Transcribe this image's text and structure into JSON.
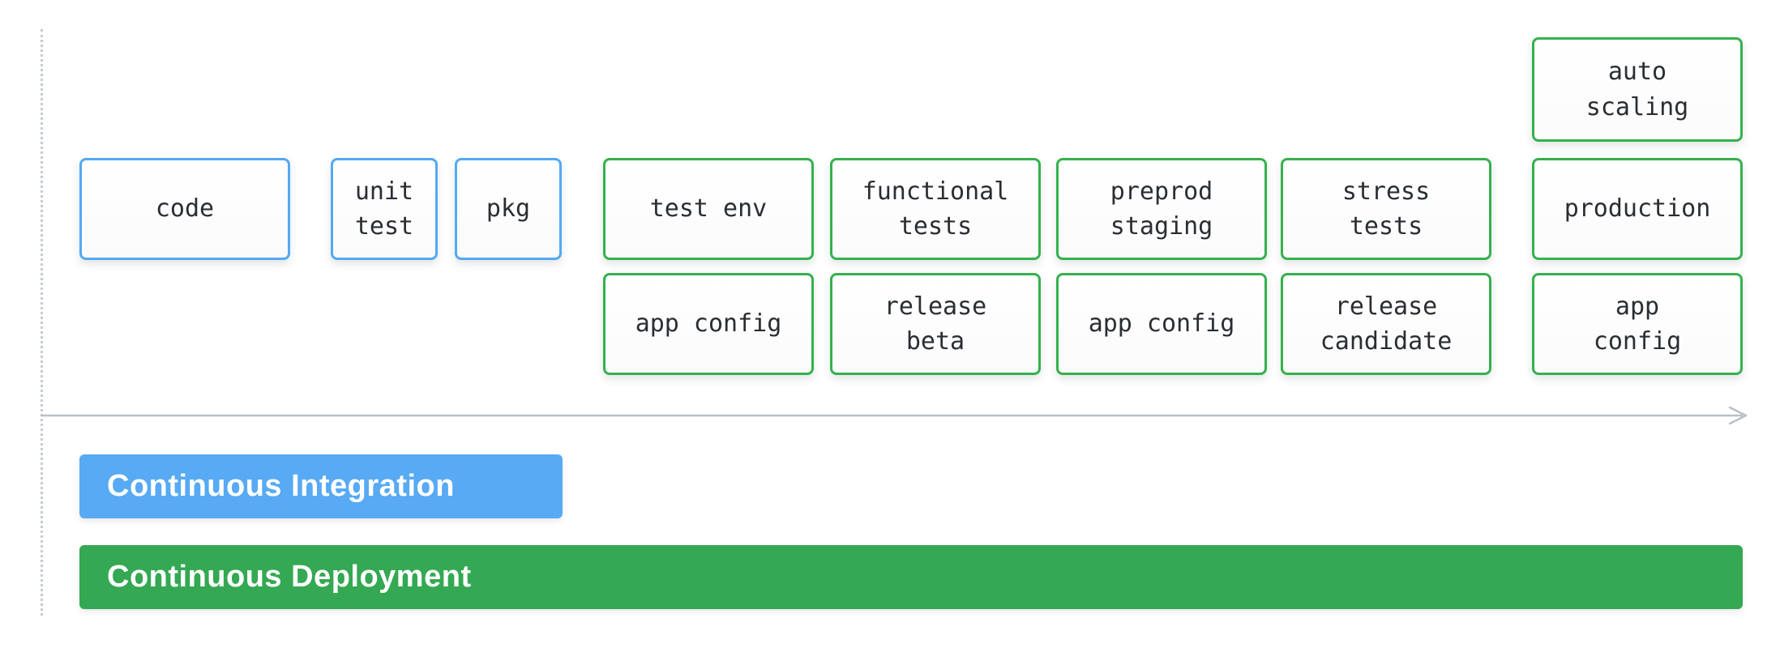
{
  "colors": {
    "blue_border": "#54a9f2",
    "green_border": "#35b14d",
    "ci_bar": "#57aaf3",
    "cd_bar": "#34a853",
    "axis": "#b9bfc6",
    "text": "#2a2e33"
  },
  "ci": {
    "boxes": [
      {
        "label": "code"
      },
      {
        "label": "unit\ntest"
      },
      {
        "label": "pkg"
      }
    ]
  },
  "cd": {
    "columns": [
      {
        "top": "test env",
        "bottom": "app config"
      },
      {
        "top": "functional\ntests",
        "bottom": "release\nbeta"
      },
      {
        "top": "preprod\nstaging",
        "bottom": "app config"
      },
      {
        "top": "stress\ntests",
        "bottom": "release\ncandidate"
      },
      {
        "extra": "auto\nscaling",
        "top": "production",
        "bottom": "app\nconfig"
      }
    ]
  },
  "bars": [
    {
      "label": "Continuous Integration"
    },
    {
      "label": "Continuous Deployment"
    }
  ]
}
